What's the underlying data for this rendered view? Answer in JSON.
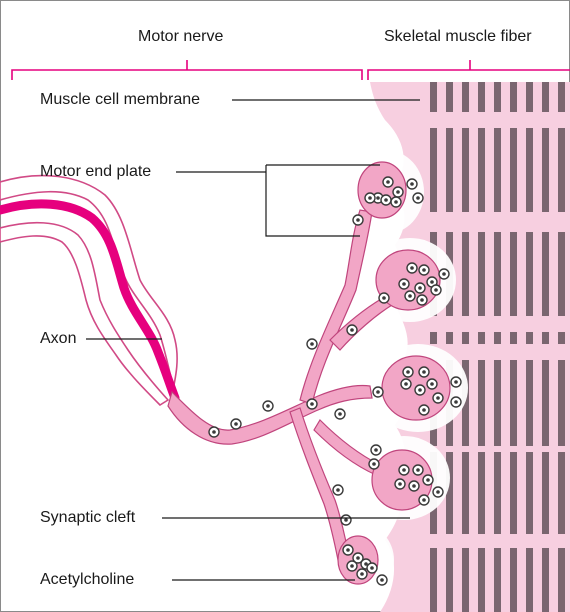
{
  "header": {
    "motor_nerve": "Motor nerve",
    "skeletal_muscle_fiber": "Skeletal muscle fiber"
  },
  "labels": {
    "muscle_cell_membrane": "Muscle cell membrane",
    "motor_end_plate": "Motor end plate",
    "axon": "Axon",
    "synaptic_cleft": "Synaptic cleft",
    "acetylcholine": "Acetylcholine"
  },
  "colors": {
    "bracket": "#e6007e",
    "axon_core": "#e6007e",
    "nerve_fill": "#f2a6c6",
    "nerve_outline": "#d14a86",
    "membrane": "#f7cfe0",
    "striation": "#7a6670",
    "vesicle_ring": "#3a3a3a"
  }
}
